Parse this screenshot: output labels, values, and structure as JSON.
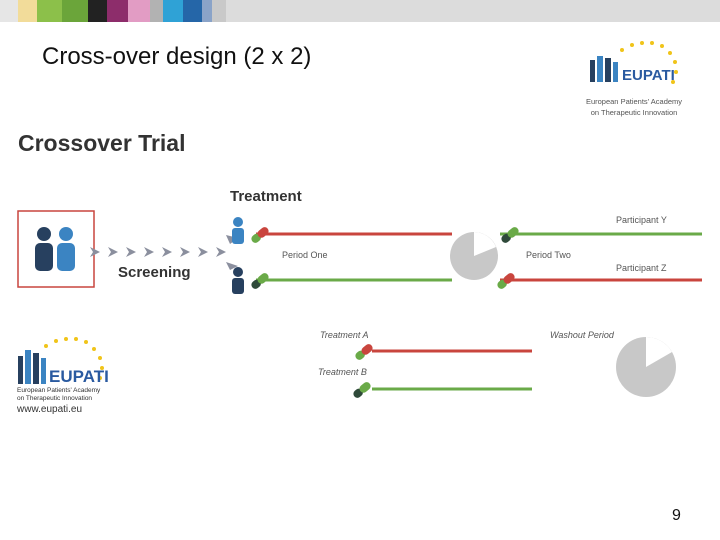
{
  "slide": {
    "title": "Cross-over design (2 x 2)",
    "page_number": "9",
    "strip_colors": [
      "#e6e6e6",
      "#f2dc9a",
      "#8cc04a",
      "#6ba53a",
      "#222222",
      "#8d2d6b",
      "#e29cc4",
      "#b2b2b2",
      "#2fa2d6",
      "#2566a8",
      "#8aa3c8",
      "#c9c9c9",
      "#dcdcdc"
    ]
  },
  "logo_top": {
    "name": "EUPATI",
    "caption_line1": "European Patients' Academy",
    "caption_line2": "on Therapeutic Innovation"
  },
  "figure": {
    "heading": "Crossover Trial",
    "treatment_heading": "Treatment",
    "screening_label": "Screening",
    "period_one": "Period One",
    "period_two": "Period Two",
    "participant_y": "Participant Y",
    "participant_z": "Participant Z",
    "legend_treatment_a": "Treatment A",
    "legend_treatment_b": "Treatment B",
    "legend_washout": "Washout Period",
    "colors": {
      "treatment_a": "#c9453e",
      "treatment_b": "#6aaa48",
      "people": "#27405f",
      "people_light": "#3b84c2",
      "washout": "#c8c8c8"
    },
    "logo": {
      "name": "EUPATI",
      "sub_line1": "European Patients' Academy",
      "sub_line2": "on Therapeutic Innovation",
      "url": "www.eupati.eu"
    }
  }
}
